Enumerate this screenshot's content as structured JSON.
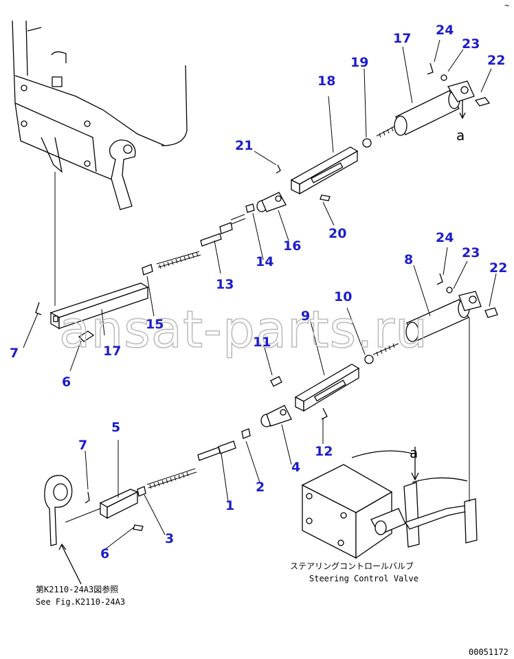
{
  "colors": {
    "callout": "#1c1ccc",
    "line": "#000000",
    "watermark": "#bcbcbc"
  },
  "callouts": {
    "c17_top": "17",
    "c24_top": "24",
    "c23_top": "23",
    "c22_top": "22",
    "c19": "19",
    "c18": "18",
    "c21": "21",
    "c20": "20",
    "c16": "16",
    "c14": "14",
    "c13": "13",
    "c15": "15",
    "c17_left": "17",
    "c7_left": "7",
    "c6_left": "6",
    "c8": "8",
    "c24_mid": "24",
    "c23_mid": "23",
    "c22_mid": "22",
    "c10": "10",
    "c9": "9",
    "c11": "11",
    "c12": "12",
    "c4": "4",
    "c2": "2",
    "c1": "1",
    "c3": "3",
    "c5": "5",
    "c7_low": "7",
    "c6_low": "6"
  },
  "marks": {
    "a_top": "a",
    "a_bottom": "a"
  },
  "captions": {
    "ref_jp": "第K2110-24A3図参照",
    "ref_en": "See Fig.K2110-24A3",
    "valve_jp": "ステアリングコントロールバルブ",
    "valve_en": "Steering Control Valve",
    "drawing_no": "00051172",
    "corner": "~"
  },
  "watermark": "ansat-parts.ru"
}
